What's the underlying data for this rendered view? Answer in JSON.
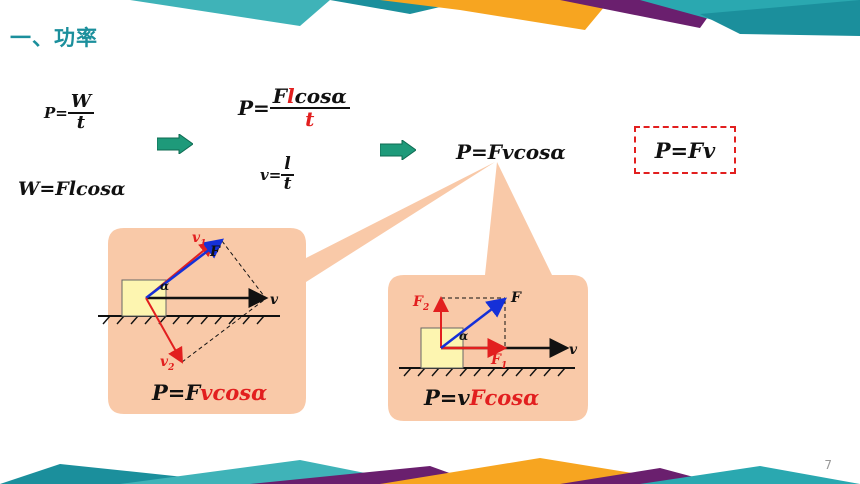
{
  "title": "一、功率",
  "page_number": "7",
  "formulas": {
    "p_lhs": "P=",
    "w_over_t_num": "W",
    "w_over_t_den": "t",
    "work": "W=Flcosα",
    "p_mid_lhs": "P=",
    "p_mid_num_f": "F",
    "p_mid_num_l": "l",
    "p_mid_num_rest": "cosα",
    "p_mid_den": "t",
    "v_lhs": "v=",
    "v_num": "l",
    "v_den": "t",
    "p_fvcos": "P=Fvcosα",
    "p_fv": "P=Fv"
  },
  "left_diagram": {
    "label_v1": "v",
    "label_v1_sub": "1",
    "label_F": "F",
    "label_alpha": "α",
    "label_v": "v",
    "label_v2": "v",
    "label_v2_sub": "2",
    "caption_prefix": "P=F",
    "caption_highlight": "vcosα"
  },
  "right_diagram": {
    "label_F2": "F",
    "label_F2_sub": "2",
    "label_F": "F",
    "label_alpha": "α",
    "label_v": "v",
    "label_F1": "F",
    "label_F1_sub": "1",
    "caption_prefix": "P=v",
    "caption_highlight": "Fcosα"
  },
  "colors": {
    "title": "#1b8f9c",
    "highlight": "#e21f1f",
    "callout_fill": "#f9c9a8",
    "vector_blue": "#1530d8",
    "block_fill": "#fdf5b0"
  }
}
